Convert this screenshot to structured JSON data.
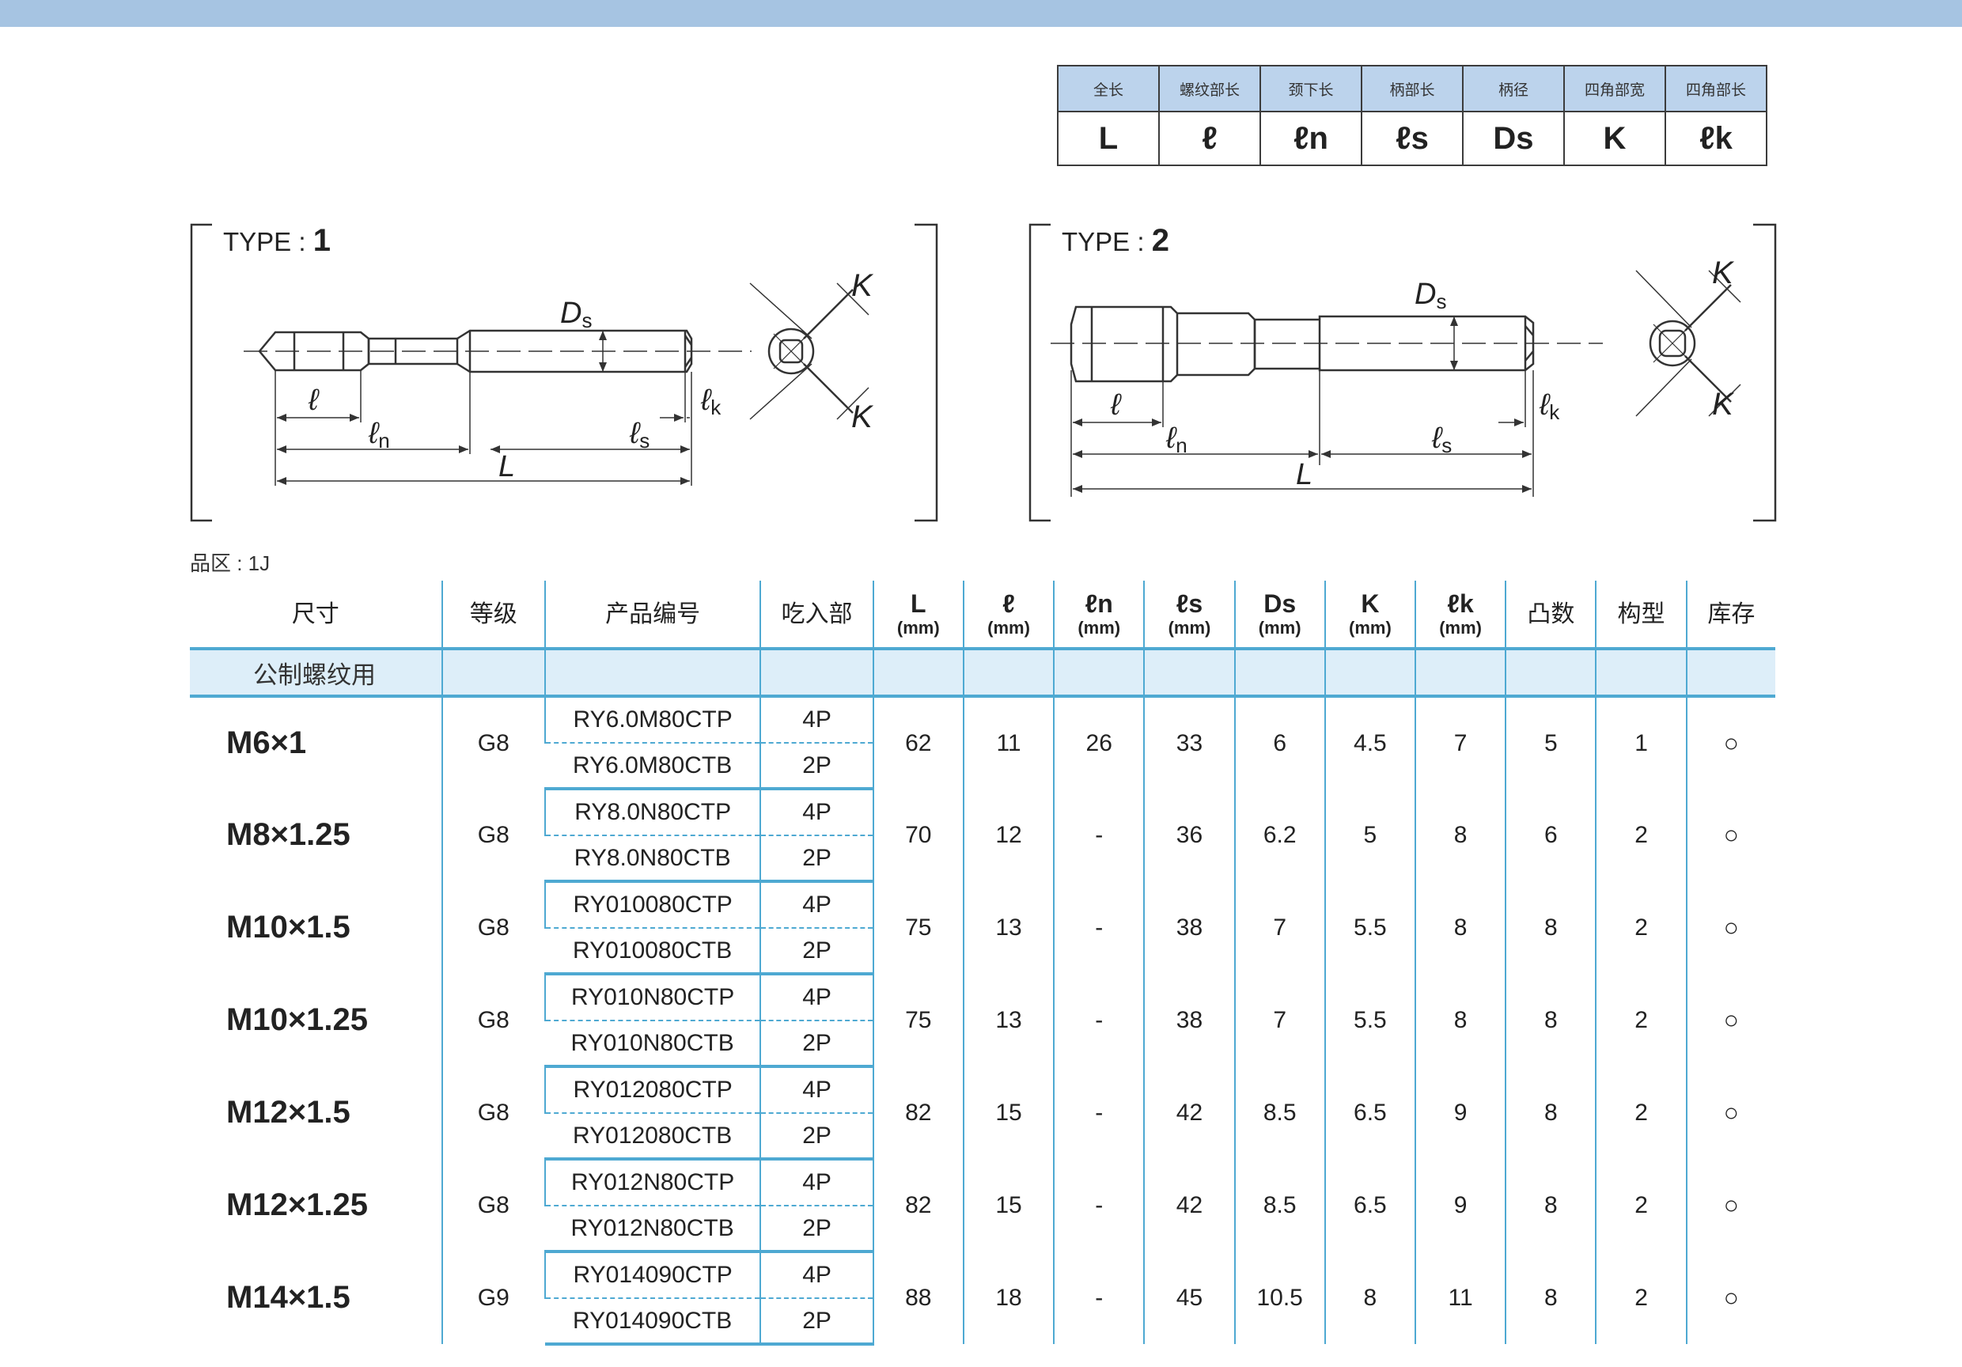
{
  "legend": {
    "headers": [
      "全长",
      "螺纹部长",
      "颈下长",
      "柄部长",
      "柄径",
      "四角部宽",
      "四角部长"
    ],
    "symbols": [
      "L",
      "ℓ",
      "ℓn",
      "ℓs",
      "Ds",
      "K",
      "ℓk"
    ]
  },
  "diagrams": {
    "type1": {
      "prefix": "TYPE",
      "number": "1"
    },
    "type2": {
      "prefix": "TYPE",
      "number": "2"
    },
    "labels": {
      "Ds_main": "D",
      "Ds_sub": "s",
      "l": "ℓ",
      "ln_main": "ℓ",
      "ln_sub": "n",
      "ls_main": "ℓ",
      "ls_sub": "s",
      "lk_main": "ℓ",
      "lk_sub": "k",
      "L": "L",
      "K": "K"
    }
  },
  "grade_note": "品区 : 1J",
  "table": {
    "headers": {
      "size": "尺寸",
      "grade": "等级",
      "part_no": "产品编号",
      "bite": "吃入部",
      "L": {
        "sym": "L",
        "unit": "(mm)"
      },
      "l": {
        "sym": "ℓ",
        "unit": "(mm)"
      },
      "ln": {
        "sym": "ℓn",
        "unit": "(mm)"
      },
      "ls": {
        "sym": "ℓs",
        "unit": "(mm)"
      },
      "Ds": {
        "sym": "Ds",
        "unit": "(mm)"
      },
      "K": {
        "sym": "K",
        "unit": "(mm)"
      },
      "lk": {
        "sym": "ℓk",
        "unit": "(mm)"
      },
      "flutes": "凸数",
      "type": "构型",
      "stock": "库存"
    },
    "category": "公制螺纹用",
    "rows": [
      {
        "size": "M6×1",
        "grade": "G8",
        "pn1": "RY6.0M80CTP",
        "bite1": "4P",
        "pn2": "RY6.0M80CTB",
        "bite2": "2P",
        "L": "62",
        "l": "11",
        "ln": "26",
        "ls": "33",
        "Ds": "6",
        "K": "4.5",
        "lk": "7",
        "flutes": "5",
        "type": "1",
        "stock": "○"
      },
      {
        "size": "M8×1.25",
        "grade": "G8",
        "pn1": "RY8.0N80CTP",
        "bite1": "4P",
        "pn2": "RY8.0N80CTB",
        "bite2": "2P",
        "L": "70",
        "l": "12",
        "ln": "-",
        "ls": "36",
        "Ds": "6.2",
        "K": "5",
        "lk": "8",
        "flutes": "6",
        "type": "2",
        "stock": "○"
      },
      {
        "size": "M10×1.5",
        "grade": "G8",
        "pn1": "RY010080CTP",
        "bite1": "4P",
        "pn2": "RY010080CTB",
        "bite2": "2P",
        "L": "75",
        "l": "13",
        "ln": "-",
        "ls": "38",
        "Ds": "7",
        "K": "5.5",
        "lk": "8",
        "flutes": "8",
        "type": "2",
        "stock": "○"
      },
      {
        "size": "M10×1.25",
        "grade": "G8",
        "pn1": "RY010N80CTP",
        "bite1": "4P",
        "pn2": "RY010N80CTB",
        "bite2": "2P",
        "L": "75",
        "l": "13",
        "ln": "-",
        "ls": "38",
        "Ds": "7",
        "K": "5.5",
        "lk": "8",
        "flutes": "8",
        "type": "2",
        "stock": "○"
      },
      {
        "size": "M12×1.5",
        "grade": "G8",
        "pn1": "RY012080CTP",
        "bite1": "4P",
        "pn2": "RY012080CTB",
        "bite2": "2P",
        "L": "82",
        "l": "15",
        "ln": "-",
        "ls": "42",
        "Ds": "8.5",
        "K": "6.5",
        "lk": "9",
        "flutes": "8",
        "type": "2",
        "stock": "○"
      },
      {
        "size": "M12×1.25",
        "grade": "G8",
        "pn1": "RY012N80CTP",
        "bite1": "4P",
        "pn2": "RY012N80CTB",
        "bite2": "2P",
        "L": "82",
        "l": "15",
        "ln": "-",
        "ls": "42",
        "Ds": "8.5",
        "K": "6.5",
        "lk": "9",
        "flutes": "8",
        "type": "2",
        "stock": "○"
      },
      {
        "size": "M14×1.5",
        "grade": "G9",
        "pn1": "RY014090CTP",
        "bite1": "4P",
        "pn2": "RY014090CTB",
        "bite2": "2P",
        "L": "88",
        "l": "18",
        "ln": "-",
        "ls": "45",
        "Ds": "10.5",
        "K": "8",
        "lk": "11",
        "flutes": "8",
        "type": "2",
        "stock": "○"
      }
    ]
  }
}
